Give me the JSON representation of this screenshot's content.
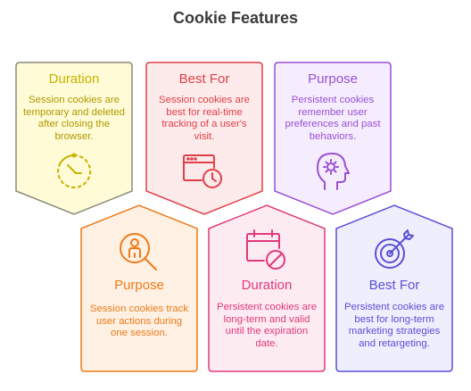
{
  "title": "Cookie Features",
  "cards": [
    {
      "title": "Duration",
      "body": "Session cookies are temporary and deleted after closing the browser.",
      "icon": "stopwatch-icon",
      "color": "#c9b200",
      "fill": "#fefbd6",
      "stroke": "#8a8a7a"
    },
    {
      "title": "Best For",
      "body": "Session cookies are best for real-time tracking of a user's visit.",
      "icon": "browser-clock-icon",
      "color": "#e0404a",
      "fill": "#fdeaea",
      "stroke": "#e0404a"
    },
    {
      "title": "Purpose",
      "body": "Persistent cookies remember user preferences and past behaviors.",
      "icon": "head-gear-icon",
      "color": "#9b4fd6",
      "fill": "#f5edfd",
      "stroke": "#9b4fd6"
    },
    {
      "title": "Purpose",
      "body": "Session cookies track user actions during one session.",
      "icon": "person-search-icon",
      "color": "#ee7a18",
      "fill": "#fef1e4",
      "stroke": "#ee7a18"
    },
    {
      "title": "Duration",
      "body": "Persistent cookies are long-term and valid until the expiration date.",
      "icon": "calendar-blocked-icon",
      "color": "#e03a7a",
      "fill": "#fdebf2",
      "stroke": "#e03a7a"
    },
    {
      "title": "Best For",
      "body": "Persistent cookies are best for long-term marketing strategies and retargeting.",
      "icon": "target-arrow-icon",
      "color": "#5a4fd8",
      "fill": "#efeefd",
      "stroke": "#5a4fd8"
    }
  ]
}
